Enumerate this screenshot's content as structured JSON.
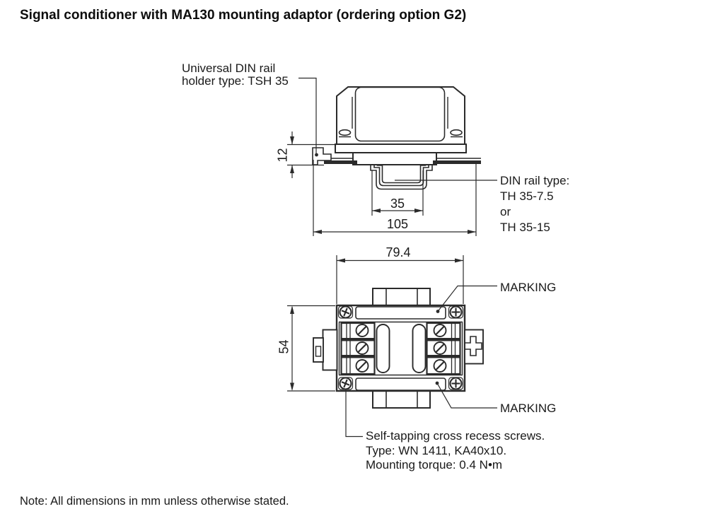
{
  "page": {
    "title": "Signal conditioner with MA130 mounting adaptor (ordering option G2)",
    "note": "Note: All dimensions in mm unless otherwise stated."
  },
  "side_view": {
    "labels": {
      "din_holder_line1": "Universal DIN rail",
      "din_holder_line2": "holder type: TSH 35",
      "din_rail_type_line1": "DIN rail type:",
      "din_rail_type_line2": "TH 35-7.5",
      "din_rail_type_line3": "or",
      "din_rail_type_line4": "TH 35-15"
    },
    "dimensions": {
      "holder_height": "12",
      "rail_width": "35",
      "overall_width": "105"
    }
  },
  "top_view": {
    "labels": {
      "marking_top": "MARKING",
      "marking_bottom": "MARKING",
      "screws_line1": "Self-tapping cross recess screws.",
      "screws_line2": "Type: WN 1411, KA40x10.",
      "screws_line3": "Mounting torque: 0.4 N•m"
    },
    "dimensions": {
      "width": "79.4",
      "height": "54"
    }
  },
  "colors": {
    "line": "#2b2b2b",
    "text": "#1a1a1a",
    "background": "#ffffff"
  }
}
